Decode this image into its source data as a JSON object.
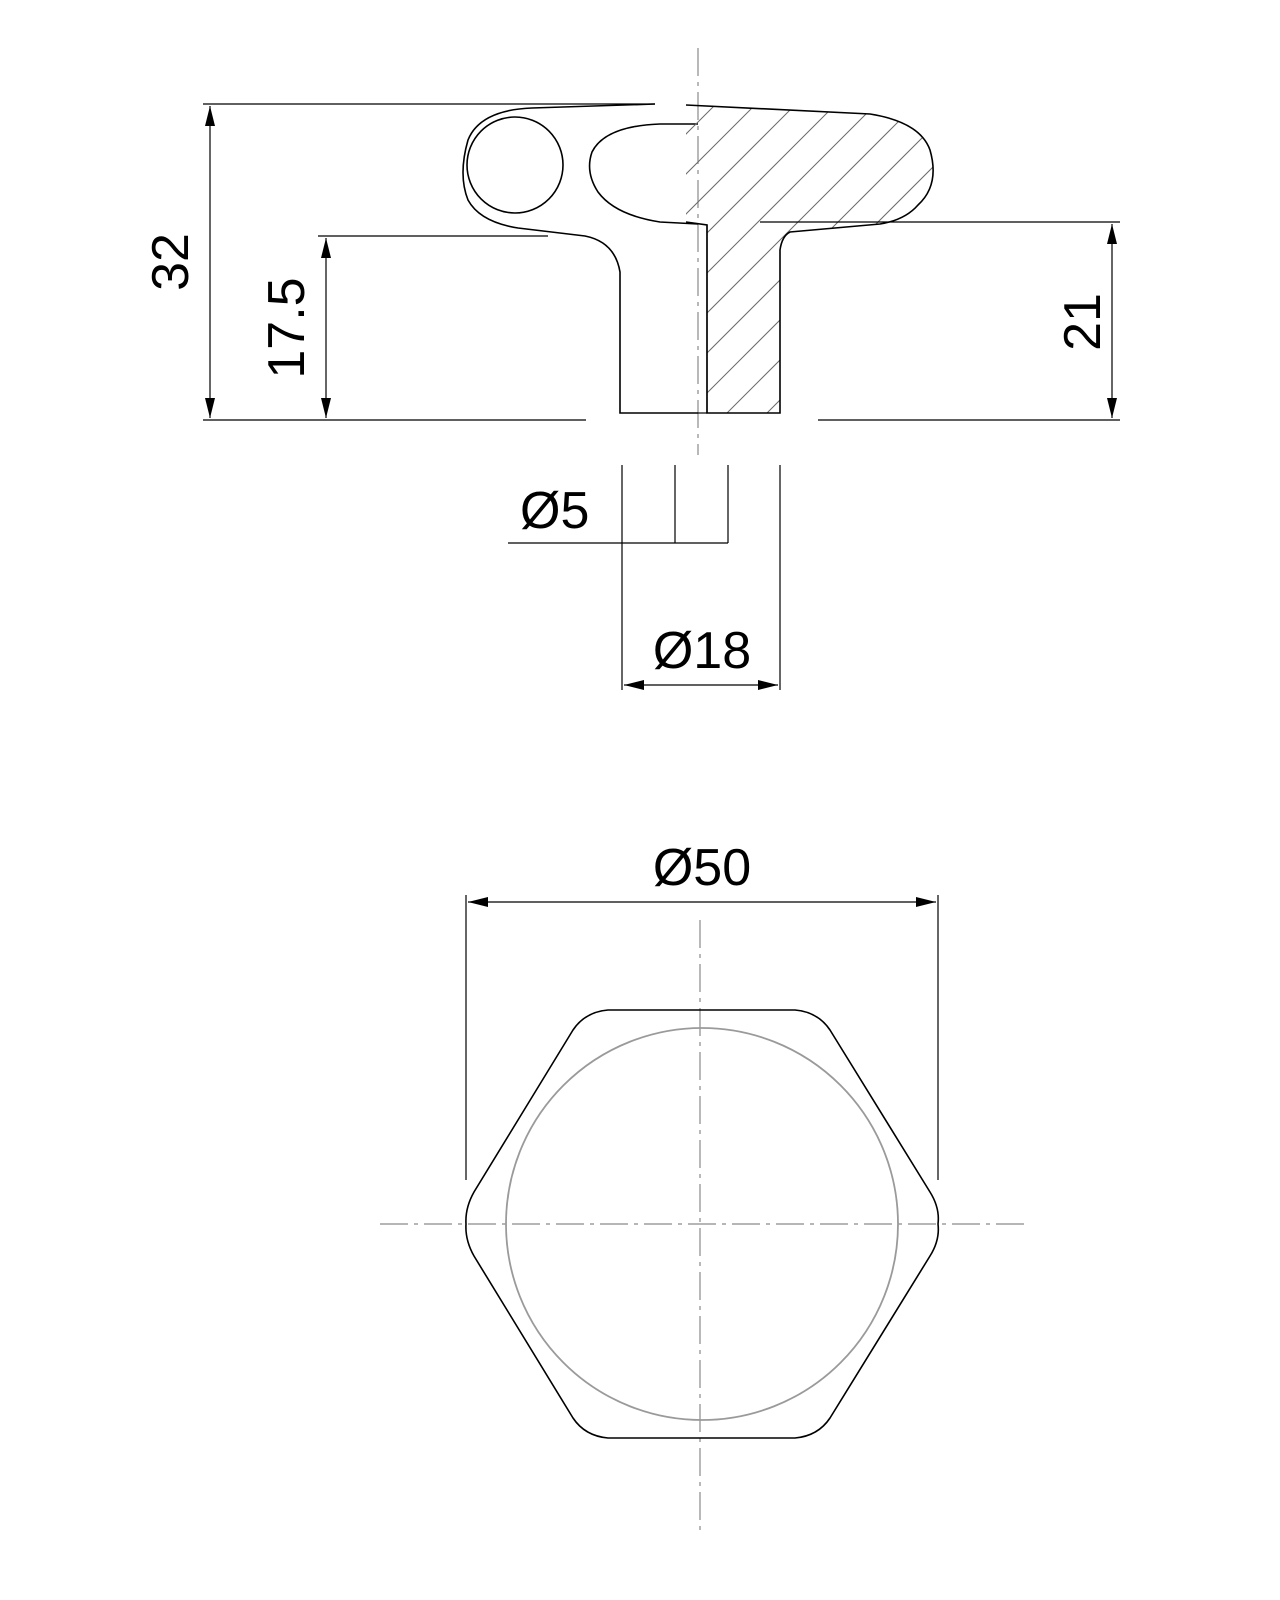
{
  "dimensions": {
    "total_height": "32",
    "stem_height": "17.5",
    "base_to_head_height": "21",
    "bore_diameter": "Ø5",
    "stem_diameter": "Ø18",
    "head_diameter": "Ø50"
  }
}
